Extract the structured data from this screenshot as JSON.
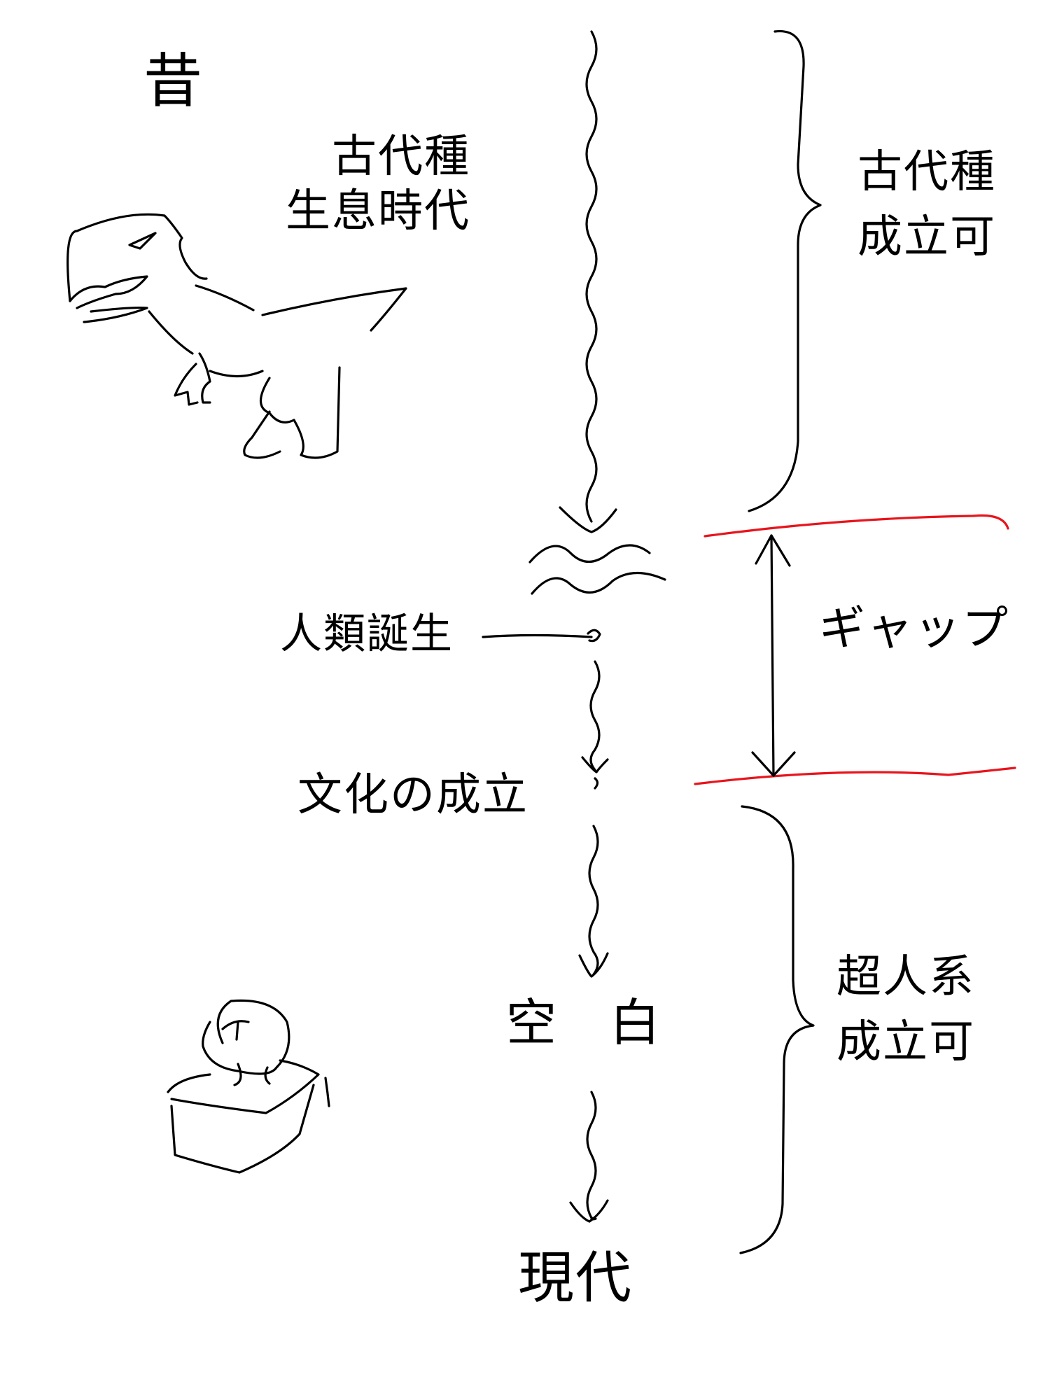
{
  "labels": {
    "past": "昔",
    "ancient_era": "古代種\n生息時代",
    "ancient_brace": "古代種\n成立可",
    "gap": "ギャップ",
    "human_birth": "人類誕生",
    "culture": "文化の成立",
    "blank": "空　白",
    "present": "現代",
    "superhuman_brace": "超人系\n成立可"
  },
  "colors": {
    "ink": "#000000",
    "gap_lines": "#e8141c"
  },
  "icons": {
    "dinosaur": "dinosaur-sketch",
    "person": "person-in-box-sketch"
  }
}
